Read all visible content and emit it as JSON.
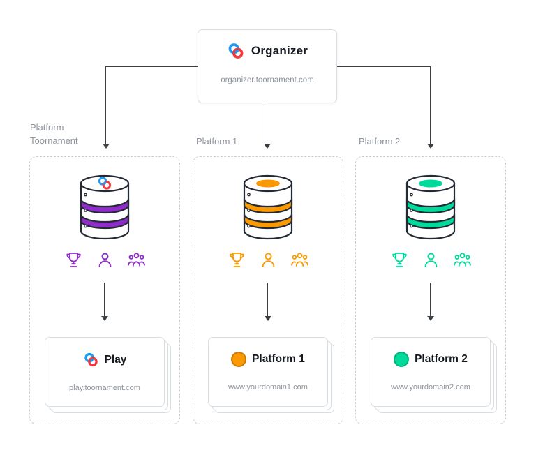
{
  "organizer": {
    "title": "Organizer",
    "domain": "organizer.toornament.com",
    "logo_icon": "toornament-rings"
  },
  "columns": [
    {
      "label": "Platform Toornament",
      "accent": "#8F2BC8",
      "database_icon": "toornament-database",
      "feature_icons": [
        "trophy",
        "participant",
        "community"
      ],
      "card": {
        "logo_icon": "toornament-rings",
        "title": "Play",
        "domain": "play.toornament.com"
      }
    },
    {
      "label": "Platform 1",
      "accent": "#FB9902",
      "database_icon": "platform1-database",
      "feature_icons": [
        "trophy",
        "participant",
        "community"
      ],
      "card": {
        "logo_icon": "orange-circle",
        "title": "Platform 1",
        "domain": "www.yourdomain1.com"
      }
    },
    {
      "label": "Platform 2",
      "accent": "#00DB9B",
      "database_icon": "platform2-database",
      "feature_icons": [
        "trophy",
        "participant",
        "community"
      ],
      "card": {
        "logo_icon": "green-circle",
        "title": "Platform 2",
        "domain": "www.yourdomain2.com"
      }
    }
  ],
  "colors": {
    "brand_blue": "#1E9BF0",
    "brand_red": "#F43539",
    "ink": "#242A33",
    "line": "#3A3F46",
    "text_dark": "#14181F",
    "text_gray": "#8D939C",
    "border": "#D9DEE3",
    "dashed_border": "#C9CFD7"
  }
}
